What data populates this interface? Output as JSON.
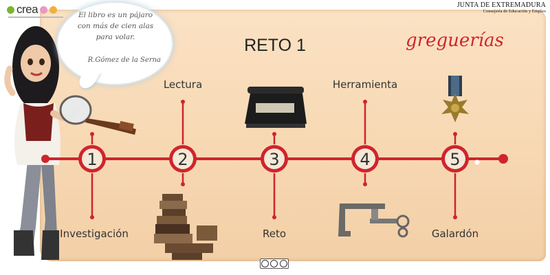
{
  "branding": {
    "logo_text": "crea",
    "junta_title": "JUNTA DE EXTREMADURA",
    "junta_subtitle": "Consejería de Educación y Empleo"
  },
  "speech": {
    "quote": "El libro es un pájaro con más de cien alas para volar.",
    "author": "R.Gómez de la Serna"
  },
  "header": {
    "title": "RETO 1",
    "subtitle": "greguerías"
  },
  "timeline": {
    "steps": [
      {
        "number": "1",
        "label": "Investigación",
        "icon": "magnifying-glass-icon"
      },
      {
        "number": "2",
        "label": "Lectura",
        "icon": "books-icon"
      },
      {
        "number": "3",
        "label": "Reto",
        "icon": "typewriter-icon"
      },
      {
        "number": "4",
        "label": "Herramienta",
        "icon": "clamp-icon"
      },
      {
        "number": "5",
        "label": "Galardón",
        "icon": "medal-icon"
      }
    ]
  },
  "colors": {
    "line": "#d0242c",
    "parchment": "#f7d8b3",
    "accent": "#d0242c"
  },
  "footer": {
    "license_icon": "creative-commons-icon"
  }
}
